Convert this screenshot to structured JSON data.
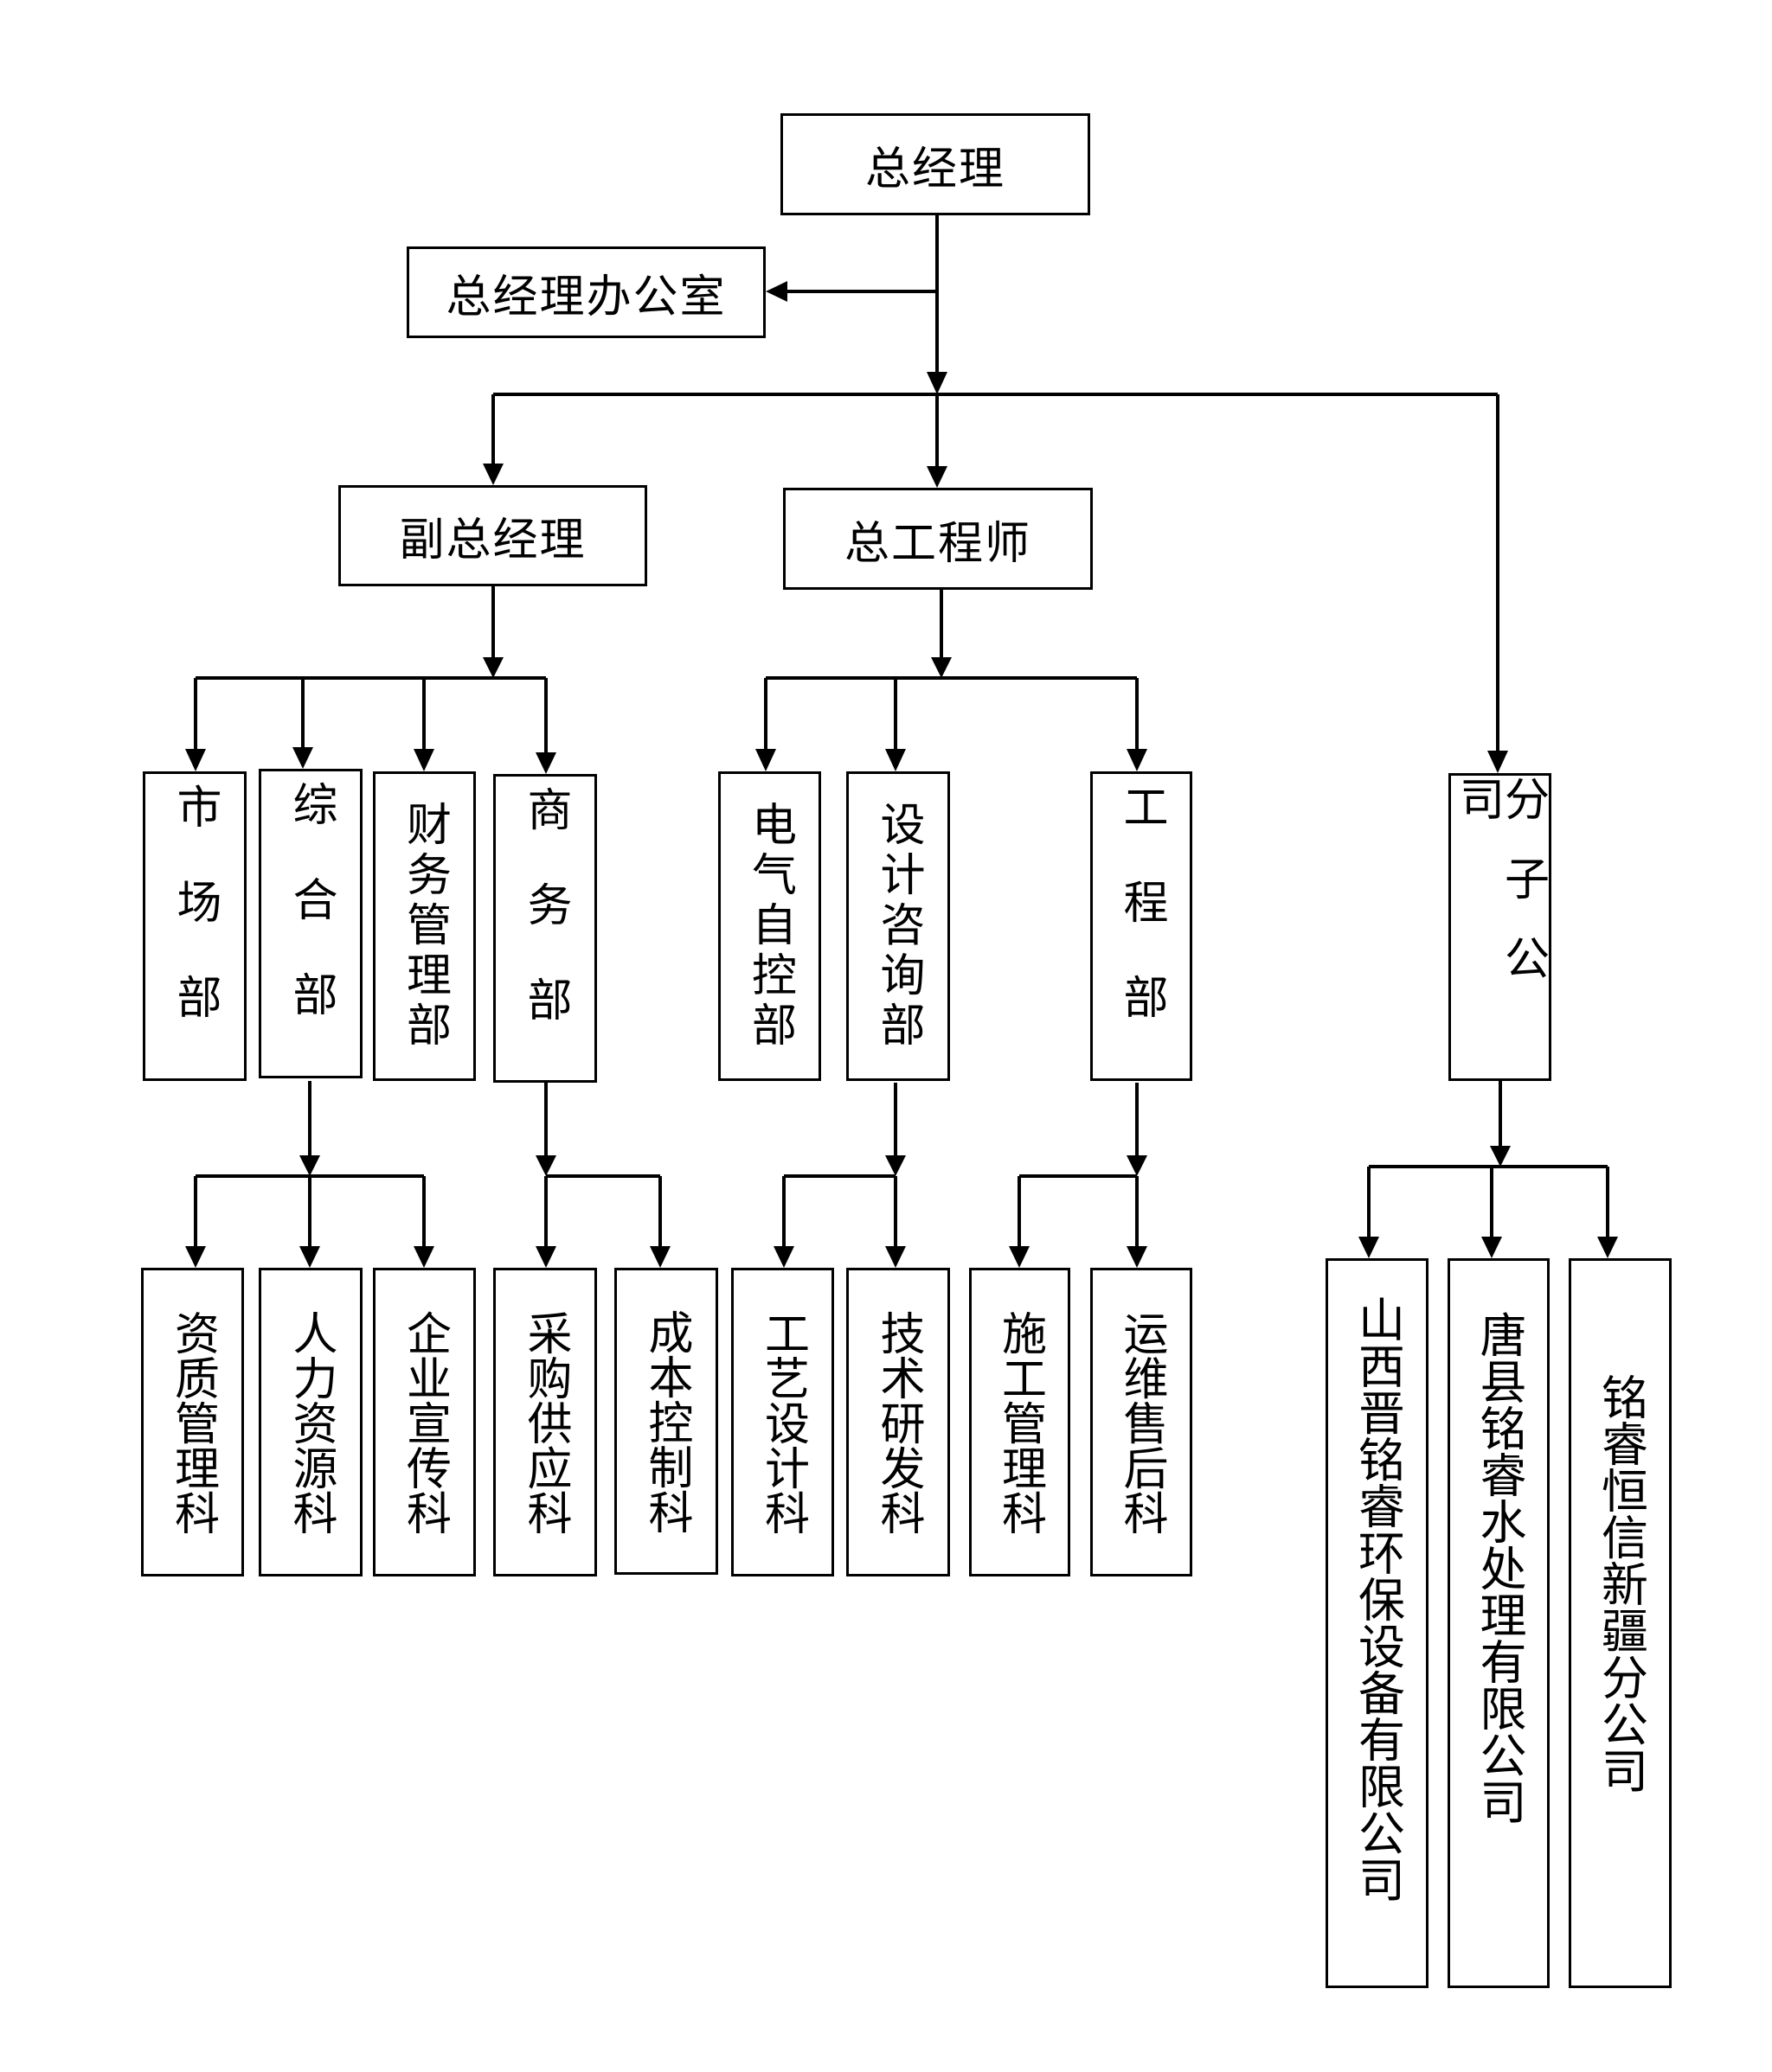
{
  "chart_data": {
    "type": "org-chart",
    "root": {
      "label": "总经理",
      "staff": [
        "总经理办公室"
      ],
      "children": [
        {
          "label": "副总经理",
          "children": [
            {
              "label": "市场部",
              "children": []
            },
            {
              "label": "综合部",
              "children": [
                {
                  "label": "资质管理科"
                },
                {
                  "label": "人力资源科"
                },
                {
                  "label": "企业宣传科"
                }
              ]
            },
            {
              "label": "财务管理部",
              "children": []
            },
            {
              "label": "商务部",
              "children": [
                {
                  "label": "采购供应科"
                },
                {
                  "label": "成本控制科"
                }
              ]
            }
          ]
        },
        {
          "label": "总工程师",
          "children": [
            {
              "label": "电气自控部",
              "children": []
            },
            {
              "label": "设计咨询部",
              "children": [
                {
                  "label": "工艺设计科"
                },
                {
                  "label": "技术研发科"
                }
              ]
            },
            {
              "label": "工程部",
              "children": [
                {
                  "label": "施工管理科"
                },
                {
                  "label": "运维售后科"
                }
              ]
            }
          ]
        },
        {
          "label": "分子公司",
          "children": [
            {
              "label": "山西晋铭睿环保设备有限公司"
            },
            {
              "label": "唐县铭睿水处理有限公司"
            },
            {
              "label": "铭睿恒信新疆分公司"
            }
          ]
        }
      ]
    }
  },
  "nodes": {
    "gm": "总经理",
    "gm_office": "总经理办公室",
    "deputy_gm": "副总经理",
    "chief_engineer": "总工程师",
    "market": "市场部",
    "general_affairs": "综合部",
    "finance": "财务管理部",
    "business": "商务部",
    "electrical": "电气自控部",
    "design": "设计咨询部",
    "engineering": "工程部",
    "branches": "分子公司",
    "qualification": "资质管理科",
    "hr": "人力资源科",
    "publicity": "企业宣传科",
    "procurement": "采购供应科",
    "cost": "成本控制科",
    "process_design": "工艺设计科",
    "rnd": "技术研发科",
    "construction": "施工管理科",
    "maintenance": "运维售后科",
    "sub_shanxi": "山西晋铭睿环保设备有限公司",
    "sub_tangxian": "唐县铭睿水处理有限公司",
    "sub_xinjiang": "铭睿恒信新疆分公司"
  }
}
